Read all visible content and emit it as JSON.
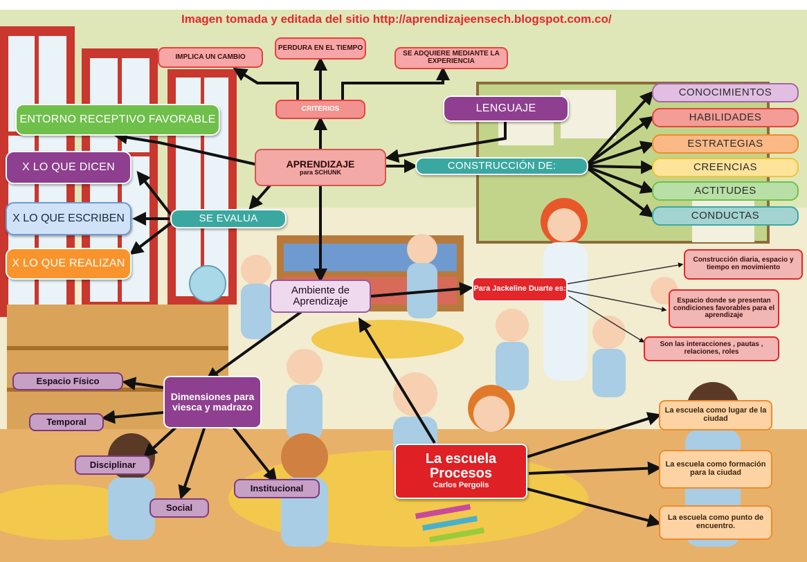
{
  "header": {
    "source": "Imagen tomada y editada del sitio http://aprendizajeensech.blogspot.com.co/"
  },
  "criteria": {
    "center": "CRITERIOS",
    "items": [
      "IMPLICA UN CAMBIO",
      "PERDURA EN EL TIEMPO",
      "SE ADQUIERE MEDIANTE LA EXPERIENCIA"
    ]
  },
  "central": {
    "title": "APRENDIZAJE",
    "subtitle": "para SCHUNK"
  },
  "entorno": "ENTORNO RECEPTIVO FAVORABLE",
  "lenguaje": "LENGUAJE",
  "evalua": {
    "label": "SE EVALUA",
    "items": [
      "X LO QUE DICEN",
      "X LO QUE ESCRIBEN",
      "X LO QUE REALIZAN"
    ]
  },
  "construccion": {
    "label": "CONSTRUCCIÓN DE:",
    "items": [
      "CONOCIMIENTOS",
      "HABILIDADES",
      "ESTRATEGIAS",
      "CREENCIAS",
      "ACTITUDES",
      "CONDUCTAS"
    ]
  },
  "ambiente": {
    "label": "Ambiente de Aprendizaje"
  },
  "jackeline": {
    "label": "Para Jackeline Duarte es:",
    "items": [
      "Construcción diaria, espacio y tiempo en movimiento",
      "Espacio donde se presentan condiciones favorables para el aprendizaje",
      "Son las interacciones , pautas , relaciones, roles"
    ]
  },
  "dimensiones": {
    "label": "Dimensiones para viesca y madrazo",
    "items": [
      "Espacio Físico",
      "Temporal",
      "Disciplinar",
      "Social",
      "Institucional"
    ]
  },
  "escuela": {
    "title": "La escuela",
    "subtitle": "Procesos",
    "author": "Carlos Pergolis",
    "items": [
      "La escuela como lugar de la ciudad",
      "La escuela como formación para la ciudad",
      "La escuela como punto de encuentro."
    ]
  },
  "colors": {
    "header": "#e8262a",
    "criteria": "#f6a6a6",
    "aprendizaje": "#f3a9a6",
    "green": "#6fbf4b",
    "purple": "#8e3f8f",
    "teal": "#3aa8a0",
    "light_blue": "#cfe2f7",
    "orange": "#f8942b",
    "escuela_red": "#df2024"
  }
}
